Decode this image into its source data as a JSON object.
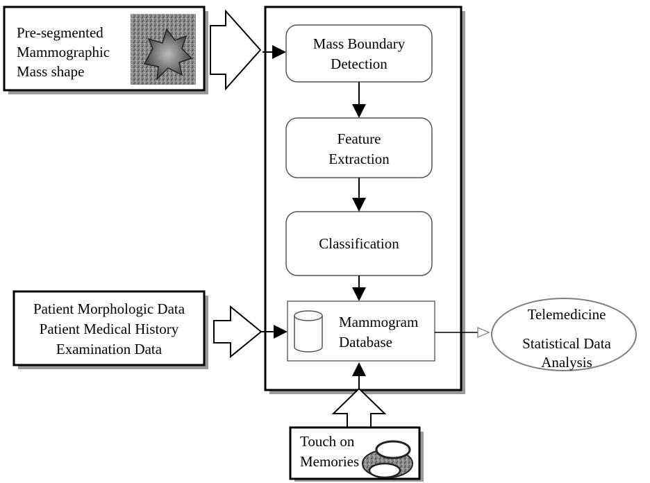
{
  "input_mass": {
    "lines": [
      "Pre-segmented",
      "Mammographic",
      "Mass shape"
    ]
  },
  "steps": {
    "boundary": [
      "Mass Boundary",
      "Detection"
    ],
    "features": [
      "Feature",
      "Extraction"
    ],
    "classification": [
      "Classification"
    ]
  },
  "database": {
    "lines": [
      "Mammogram",
      "Database"
    ]
  },
  "patient_data": {
    "lines": [
      "Patient Morphologic Data",
      "Patient Medical History",
      "Examination Data"
    ]
  },
  "output": {
    "lines": [
      "Telemedicine",
      "",
      "Statistical Data",
      "Analysis"
    ]
  },
  "touch_memories": {
    "lines": [
      "Touch on",
      "Memories"
    ]
  },
  "colors": {
    "outline": "#000000",
    "shadow": "#9a9a9a",
    "ellipse": "#808080"
  },
  "icons": [
    "mass-image",
    "database-cylinder-icon",
    "touch-memory-button-icon"
  ]
}
